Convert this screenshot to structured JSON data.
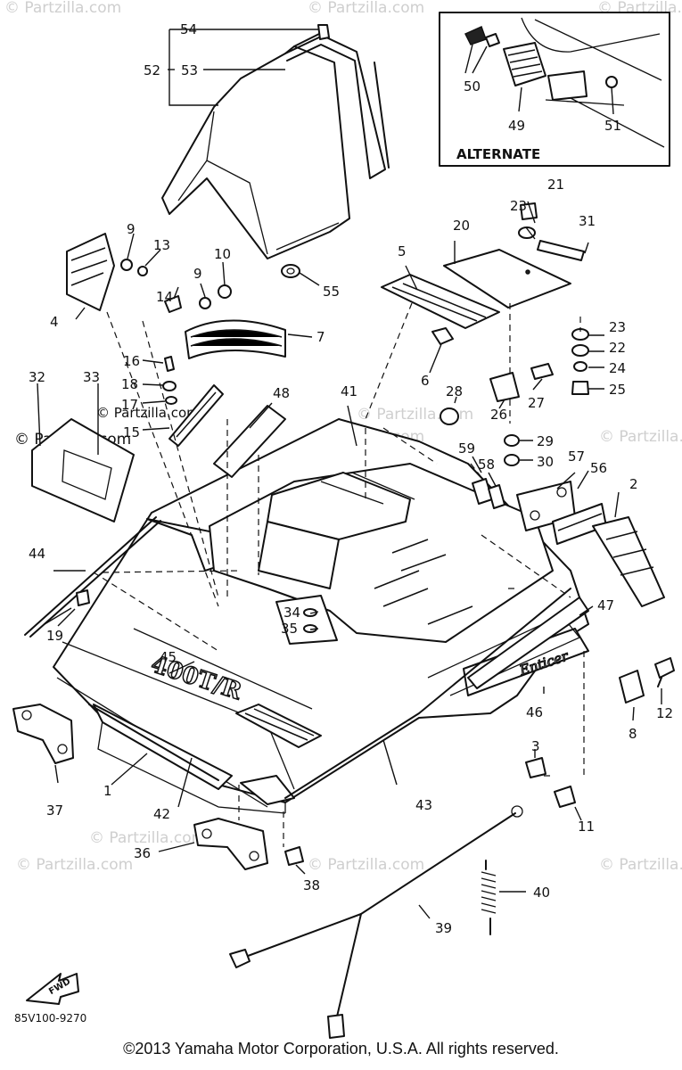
{
  "watermark": "© Partzilla.com",
  "alternate_label": "ALTERNATE",
  "figure_code": "85V100-9270",
  "fwd_label": "FWD",
  "decal_model": "400T/R",
  "decal_brand": "Enticer",
  "copyright": "©2013 Yamaha Motor Corporation, U.S.A. All rights reserved.",
  "callouts": {
    "c1": "1",
    "c2": "2",
    "c3": "3",
    "c4": "4",
    "c5": "5",
    "c6": "6",
    "c7": "7",
    "c8": "8",
    "c9a": "9",
    "c9b": "9",
    "c10": "10",
    "c11": "11",
    "c12": "12",
    "c13": "13",
    "c14": "14",
    "c15": "15",
    "c16": "16",
    "c17": "17",
    "c18": "18",
    "c19": "19",
    "c20": "20",
    "c21": "21",
    "c22": "22",
    "c23a": "23",
    "c23b": "23",
    "c24": "24",
    "c25": "25",
    "c26": "26",
    "c27": "27",
    "c28": "28",
    "c29": "29",
    "c30": "30",
    "c31": "31",
    "c32": "32",
    "c33": "33",
    "c34": "34",
    "c35": "35",
    "c36": "36",
    "c37": "37",
    "c38": "38",
    "c39": "39",
    "c40": "40",
    "c41": "41",
    "c42": "42",
    "c43": "43",
    "c44": "44",
    "c45": "45",
    "c46": "46",
    "c47": "47",
    "c48": "48",
    "c49": "49",
    "c50": "50",
    "c51": "51",
    "c52": "52",
    "c53": "53",
    "c54": "54",
    "c55": "55",
    "c56": "56",
    "c57": "57",
    "c58": "58",
    "c59": "59"
  }
}
